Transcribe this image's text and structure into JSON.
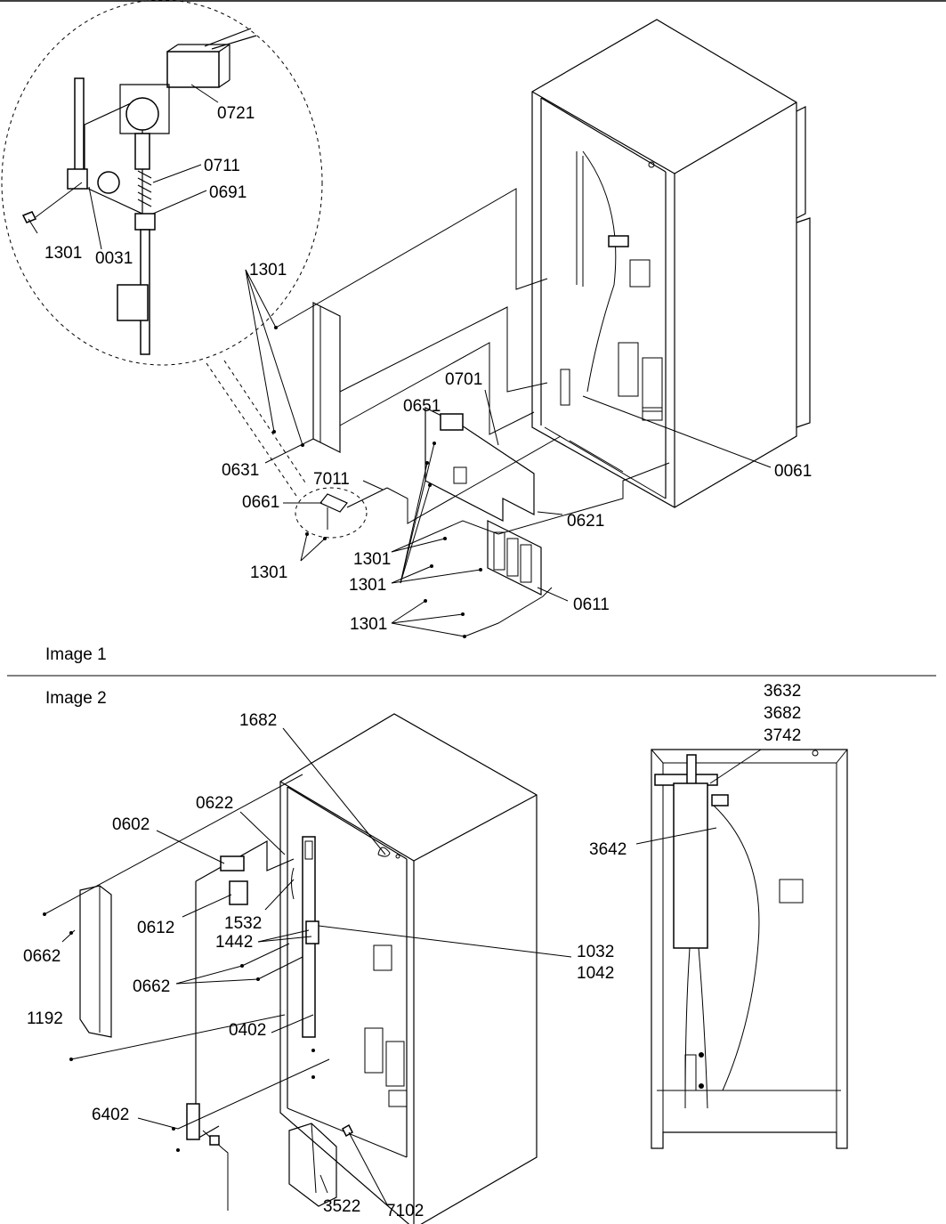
{
  "image1": {
    "caption": "Image 1",
    "labels": {
      "p0721": "0721",
      "p0711": "0711",
      "p0691": "0691",
      "p1301_detail": "1301",
      "p0031": "0031",
      "p1301_a": "1301",
      "p0701": "0701",
      "p0651": "0651",
      "p0631": "0631",
      "p7011": "7011",
      "p0061": "0061",
      "p0661": "0661",
      "p0621": "0621",
      "p1301_b": "1301",
      "p1301_c": "1301",
      "p1301_d": "1301",
      "p1301_e": "1301",
      "p0611": "0611"
    }
  },
  "image2": {
    "caption": "Image 2",
    "labels": {
      "p1682": "1682",
      "p0622": "0622",
      "p0602": "0602",
      "p0612": "0612",
      "p1532": "1532",
      "p1442": "1442",
      "p1032": "1032",
      "p1042": "1042",
      "p0662_a": "0662",
      "p0662_b": "0662",
      "p1192": "1192",
      "p0402": "0402",
      "p6402": "6402",
      "p3522": "3522",
      "p7102": "7102",
      "p3632": "3632",
      "p3682": "3682",
      "p3742": "3742",
      "p3642": "3642"
    }
  }
}
